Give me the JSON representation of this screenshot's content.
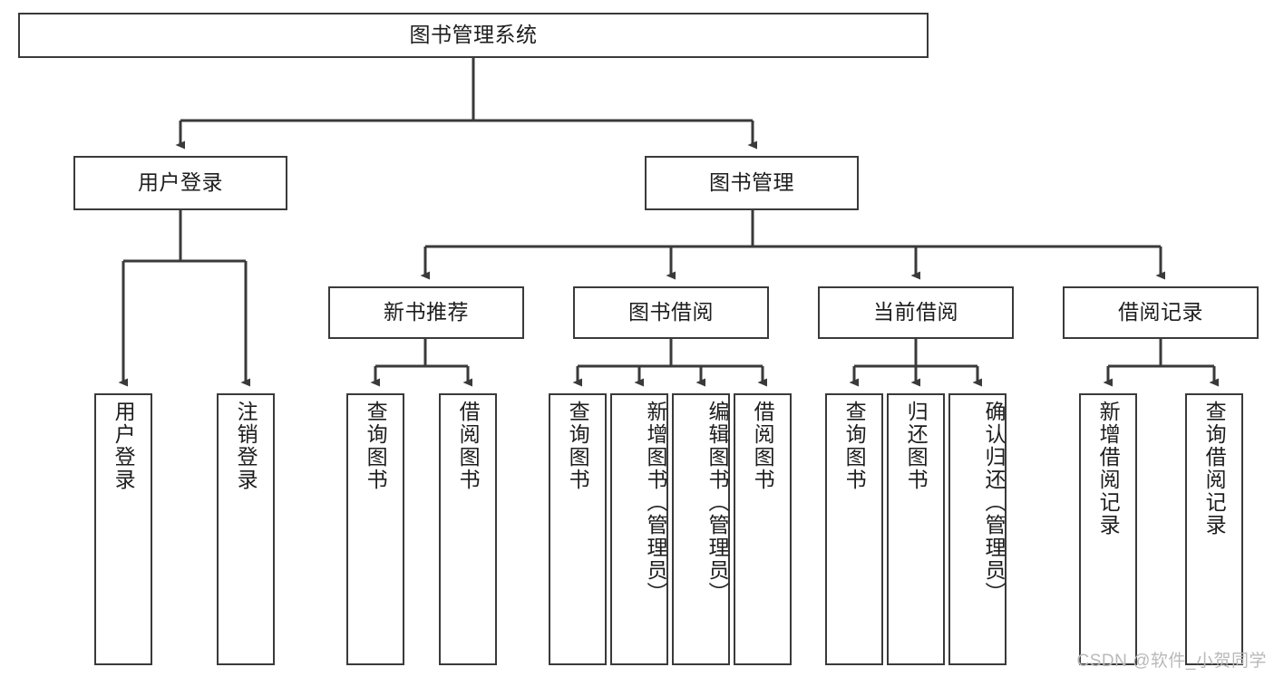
{
  "diagram": {
    "title_node": {
      "label": "图书管理系统"
    },
    "level2": [
      {
        "id": "user-login",
        "label": "用户登录"
      },
      {
        "id": "book-management",
        "label": "图书管理"
      }
    ],
    "level3": [
      {
        "id": "new-book-recommend",
        "label": "新书推荐"
      },
      {
        "id": "book-borrow",
        "label": "图书借阅"
      },
      {
        "id": "current-borrow",
        "label": "当前借阅"
      },
      {
        "id": "borrow-record",
        "label": "借阅记录"
      }
    ],
    "leaves": [
      {
        "id": "leaf-user-login",
        "label": "用户登录",
        "parent": "user-login"
      },
      {
        "id": "leaf-logout-login",
        "label": "注销登录",
        "parent": "user-login"
      },
      {
        "id": "leaf-query-book-1",
        "label": "查询图书",
        "parent": "new-book-recommend"
      },
      {
        "id": "leaf-borrow-book-1",
        "label": "借阅图书",
        "parent": "new-book-recommend"
      },
      {
        "id": "leaf-query-book-2",
        "label": "查询图书",
        "parent": "book-borrow"
      },
      {
        "id": "leaf-add-book",
        "label": "新增图书（管理员）",
        "parent": "book-borrow"
      },
      {
        "id": "leaf-edit-book",
        "label": "编辑图书（管理员）",
        "parent": "book-borrow"
      },
      {
        "id": "leaf-borrow-book-2",
        "label": "借阅图书",
        "parent": "book-borrow"
      },
      {
        "id": "leaf-query-book-3",
        "label": "查询图书",
        "parent": "current-borrow"
      },
      {
        "id": "leaf-return-book",
        "label": "归还图书",
        "parent": "current-borrow"
      },
      {
        "id": "leaf-confirm-return",
        "label": "确认归还（管理员）",
        "parent": "current-borrow"
      },
      {
        "id": "leaf-add-record",
        "label": "新增借阅记录",
        "parent": "borrow-record"
      },
      {
        "id": "leaf-query-record",
        "label": "查询借阅记录",
        "parent": "borrow-record"
      }
    ],
    "watermark": "CSDN @软件_小贺同学",
    "colors": {
      "stroke": "#3a3a3a",
      "fill": "#ffffff",
      "text": "#1d1d1d",
      "watermark": "#b9b9b9"
    }
  }
}
